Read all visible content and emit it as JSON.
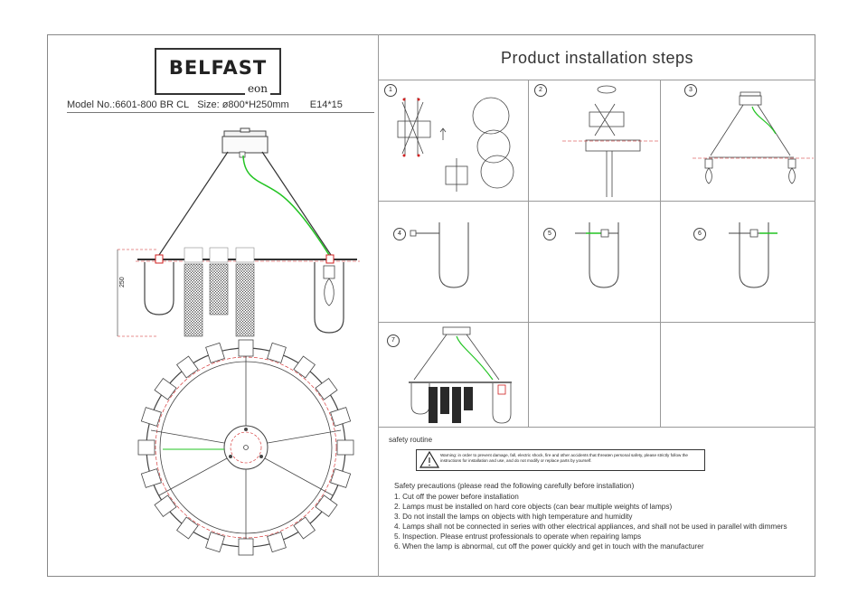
{
  "brand": {
    "name": "BELFAST",
    "sub": "eon"
  },
  "model": {
    "model_no": "Model No.:6601-800 BR CL",
    "size": "Size: ø800*H250mm",
    "lamp": "E14*15"
  },
  "dimension_label": "250",
  "installation_title": "Product installation steps",
  "steps": [
    "1",
    "2",
    "3",
    "4",
    "5",
    "6",
    "7"
  ],
  "safety": {
    "routine_title": "safety routine",
    "warning": "Warning: in order to prevent damage, fall, electric shock, fire and other accidents that threaten personal safety, please strictly follow the instructions for installation and use, and do not modify or replace parts by yourself.",
    "precautions": [
      "Safety precautions (please read the following carefully before installation)",
      "1. Cut off the power before installation",
      "2. Lamps must be installed on hard core objects (can bear multiple weights of lamps)",
      "3. Do not install the lamps on objects with high temperature and humidity",
      "4. Lamps shall not be connected in series with other electrical appliances, and shall not be used in parallel with dimmers",
      "5. Inspection. Please entrust professionals to operate when repairing lamps",
      "6. When the lamp is abnormal, cut off the power quickly and get in touch with the manufacturer"
    ]
  },
  "colors": {
    "wire_green": "#22c422",
    "accent_red": "#d02020",
    "line": "#444444"
  }
}
